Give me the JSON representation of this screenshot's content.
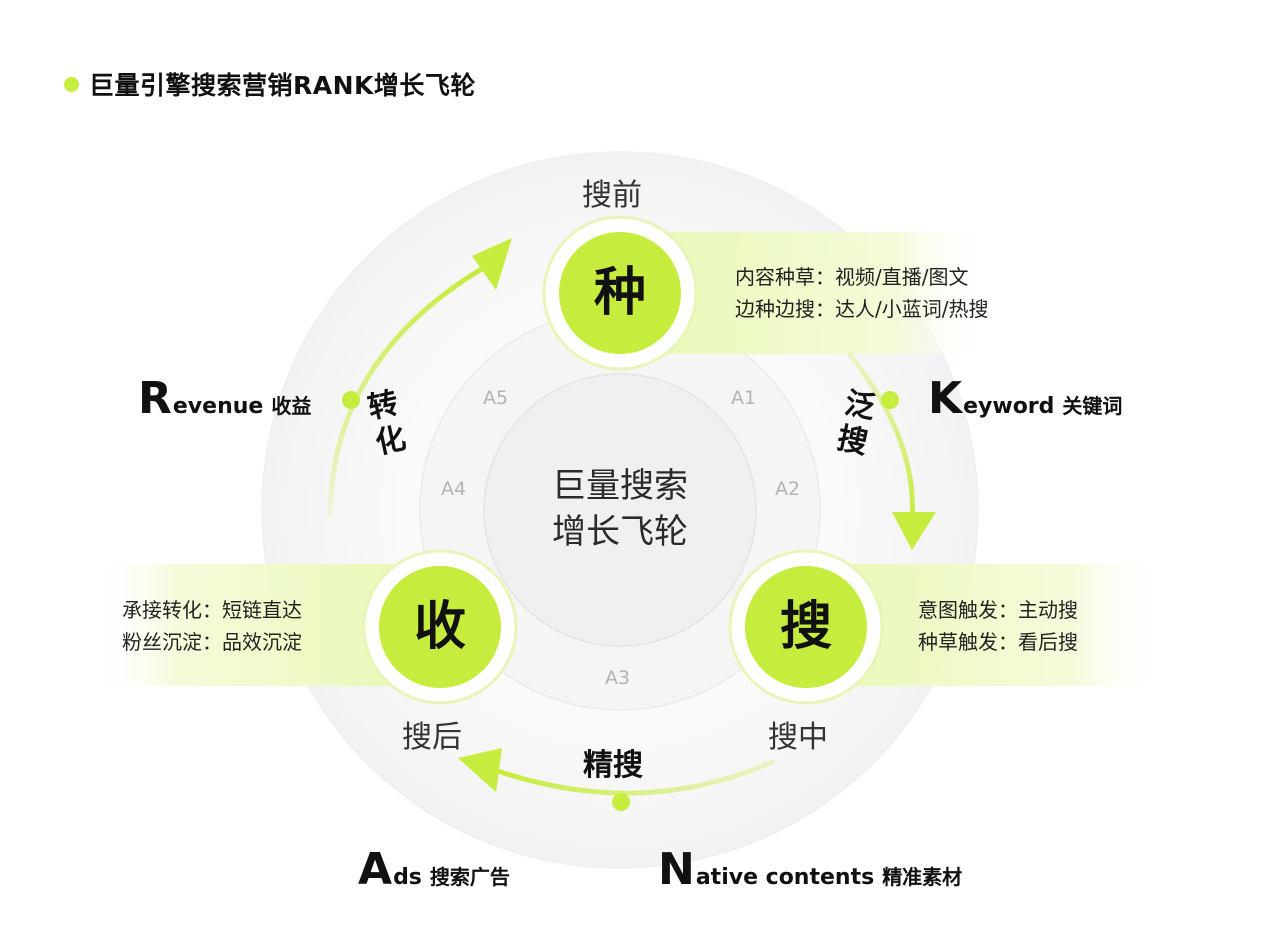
{
  "title": "巨量引擎搜索营销RANK增长飞轮",
  "center": {
    "line1": "巨量搜索",
    "line2": "增长飞轮"
  },
  "stages": {
    "before": "搜前",
    "during": "搜中",
    "after": "搜后"
  },
  "sections": [
    "A1",
    "A2",
    "A3",
    "A4",
    "A5"
  ],
  "nodes": {
    "zhong": {
      "char": "种",
      "desc": [
        "内容种草：视频/直播/图文",
        "边种边搜：达人/小蓝词/热搜"
      ]
    },
    "sou": {
      "char": "搜",
      "desc": [
        "意图触发：主动搜",
        "种草触发：看后搜"
      ]
    },
    "shou": {
      "char": "收",
      "desc": [
        "承接转化：短链直达",
        "粉丝沉淀：品效沉淀"
      ]
    }
  },
  "arrows": {
    "fan": [
      "泛",
      "搜"
    ],
    "jing": "精搜",
    "zhuan": [
      "转",
      "化"
    ]
  },
  "rank": {
    "r": {
      "big": "R",
      "rest": "evenue",
      "cn": "收益"
    },
    "k": {
      "big": "K",
      "rest": "eyword",
      "cn": "关键词"
    },
    "a": {
      "big": "A",
      "rest": "ds",
      "cn": "搜索广告"
    },
    "n": {
      "big": "N",
      "rest": "ative contents",
      "cn": "精准素材"
    }
  },
  "colors": {
    "accent": "#c6ec3d",
    "accent_light": "#eef9c4",
    "ring": "#f4f4f4",
    "arrow": "#c6ec3d"
  }
}
